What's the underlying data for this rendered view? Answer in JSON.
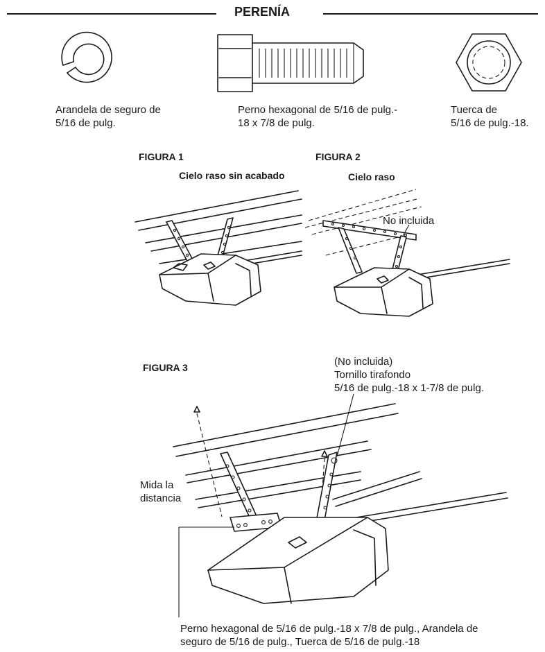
{
  "header": {
    "title": "PERENÍA"
  },
  "hardware": [
    {
      "name": "lock-washer",
      "caption_l1": "Arandela de seguro de",
      "caption_l2": "5/16 de pulg."
    },
    {
      "name": "hex-bolt",
      "caption_l1": "Perno hexagonal de 5/16 de pulg.-",
      "caption_l2": "18 x 7/8 de pulg."
    },
    {
      "name": "hex-nut",
      "caption_l1": "Tuerca de",
      "caption_l2": "5/16 de pulg.-18."
    }
  ],
  "figure1": {
    "label": "FIGURA 1",
    "caption": "Cielo raso sin acabado"
  },
  "figure2": {
    "label": "FIGURA 2",
    "caption": "Cielo raso",
    "callout": "No incluida"
  },
  "figure3": {
    "label": "FIGURA 3",
    "lag_screw_l1": "(No incluida)",
    "lag_screw_l2": "Tornillo tirafondo",
    "lag_screw_l3": "5/16 de pulg.-18 x 1-7/8 de pulg.",
    "measure_l1": "Mida la",
    "measure_l2": "distancia",
    "bottom_l1": "Perno hexagonal de 5/16 de pulg.-18 x 7/8 de pulg., Arandela de",
    "bottom_l2": "seguro de 5/16 de pulg., Tuerca de 5/16 de pulg.-18"
  }
}
